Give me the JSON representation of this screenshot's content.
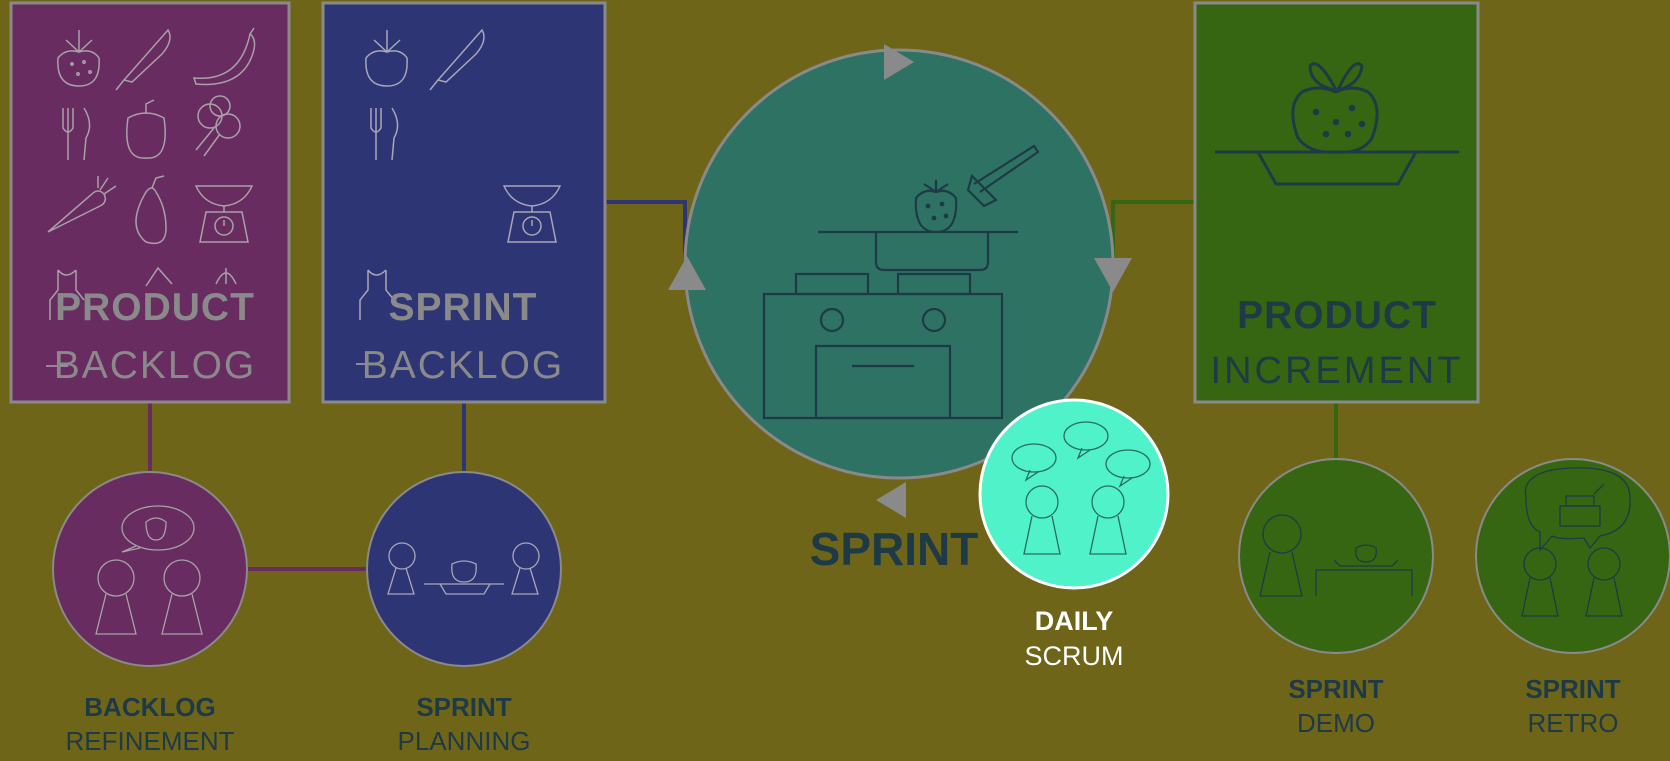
{
  "colors": {
    "background": "#6e6519",
    "product_backlog": "#682c61",
    "sprint_backlog": "#2e3574",
    "sprint_cycle": "#2e7263",
    "daily_scrum": "#4ff2c9",
    "product_increment": "#376613",
    "dark_text": "#1e3a46",
    "muted_text": "#8a8a8a",
    "border_grey": "#888888"
  },
  "artifacts": {
    "product_backlog": {
      "title": "PRODUCT",
      "subtitle": "BACKLOG"
    },
    "sprint_backlog": {
      "title": "SPRINT",
      "subtitle": "BACKLOG"
    },
    "product_increment": {
      "title": "PRODUCT",
      "subtitle": "INCREMENT"
    }
  },
  "sprint": {
    "label": "SPRINT"
  },
  "events": {
    "backlog_refinement": {
      "title": "BACKLOG",
      "subtitle": "REFINEMENT"
    },
    "sprint_planning": {
      "title": "SPRINT",
      "subtitle": "PLANNING"
    },
    "daily_scrum": {
      "title": "DAILY",
      "subtitle": "SCRUM"
    },
    "sprint_demo": {
      "title": "SPRINT",
      "subtitle": "DEMO"
    },
    "sprint_retro": {
      "title": "SPRINT",
      "subtitle": "RETRO"
    }
  },
  "icons": {
    "product_backlog": [
      "strawberry-icon",
      "knife-icon",
      "banana-icon",
      "fork-knife-icon",
      "pepper-icon",
      "broccoli-icon",
      "carrot-icon",
      "pear-icon",
      "scale-icon",
      "apron-icon"
    ],
    "sprint_backlog": [
      "strawberry-icon",
      "knife-icon",
      "fork-knife-icon",
      "scale-icon",
      "apron-icon"
    ],
    "sprint_cycle": [
      "stove-icon",
      "pot-icon",
      "spatula-icon",
      "strawberry-icon"
    ],
    "product_increment": [
      "apple-on-plate-icon"
    ]
  }
}
